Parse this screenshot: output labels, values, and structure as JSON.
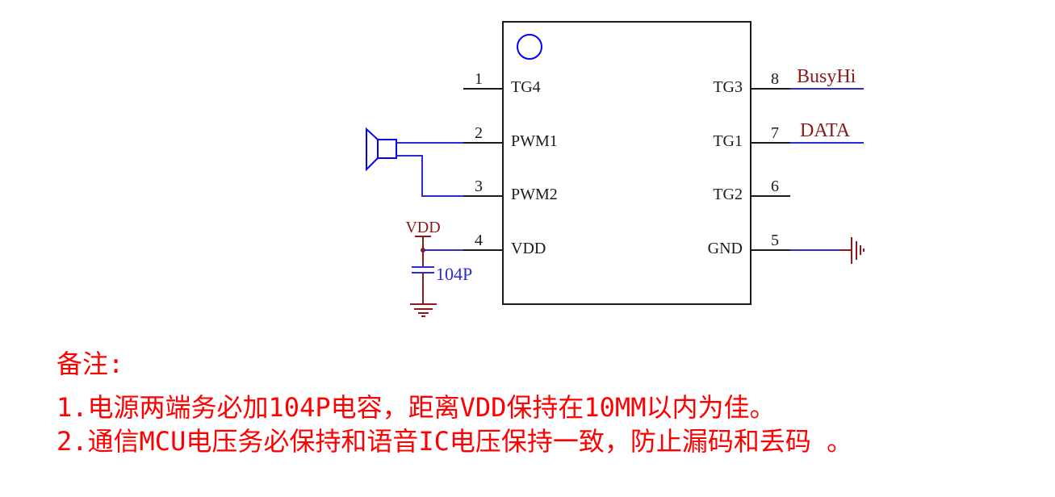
{
  "chip": {
    "pins_left": [
      {
        "num": "1",
        "label": "TG4"
      },
      {
        "num": "2",
        "label": "PWM1"
      },
      {
        "num": "3",
        "label": "PWM2"
      },
      {
        "num": "4",
        "label": "VDD"
      }
    ],
    "pins_right": [
      {
        "num": "8",
        "label": "TG3"
      },
      {
        "num": "7",
        "label": "TG1"
      },
      {
        "num": "6",
        "label": "TG2"
      },
      {
        "num": "5",
        "label": "GND"
      }
    ]
  },
  "nets": {
    "busy": "BusyHi",
    "data": "DATA",
    "vdd_power": "VDD"
  },
  "components": {
    "capacitor_value": "104P",
    "speaker": "speaker-icon"
  },
  "colors": {
    "wire": "#1a1a1a",
    "net_wire": "#2b2bd1",
    "power": "#8b1a1a",
    "note_text": "#ff0000",
    "speaker": "#0000ff"
  },
  "notes": {
    "title": "备注:",
    "items": [
      "1.电源两端务必加104P电容，距离VDD保持在10MM以内为佳。",
      "2.通信MCU电压务必保持和语音IC电压保持一致，防止漏码和丢码 。"
    ]
  }
}
